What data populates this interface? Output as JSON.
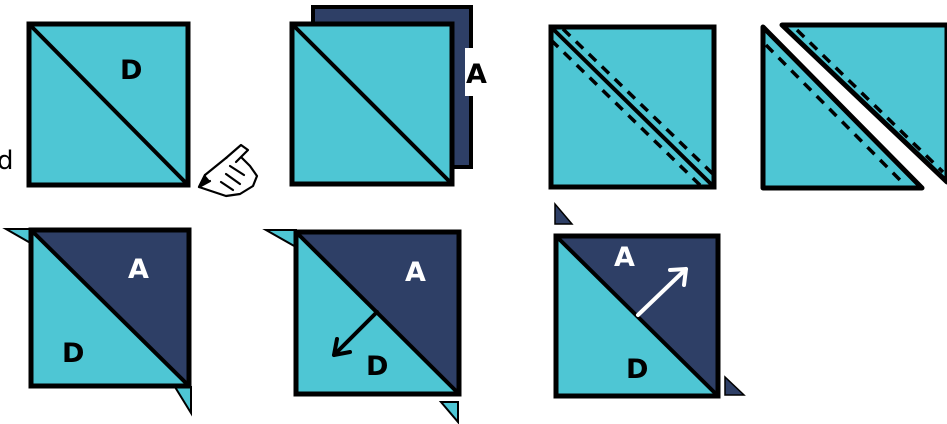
{
  "colors": {
    "light": "#4ec6d4",
    "dark": "#2e3f66",
    "outline": "#000000",
    "background": "#ffffff",
    "label_on_light": "#000000",
    "label_on_dark": "#ffffff"
  },
  "cut_text": "d",
  "steps": {
    "step1": {
      "label": "D",
      "icon": "pencil-hand-icon"
    },
    "step2": {
      "label": "A"
    },
    "step5": {
      "label_a": "A",
      "label_d": "D"
    },
    "step6": {
      "label_a": "A",
      "label_d": "D",
      "arrow": "arrow-down-left-icon"
    },
    "step7": {
      "label_a": "A",
      "label_d": "D",
      "arrow": "arrow-up-right-icon"
    }
  }
}
